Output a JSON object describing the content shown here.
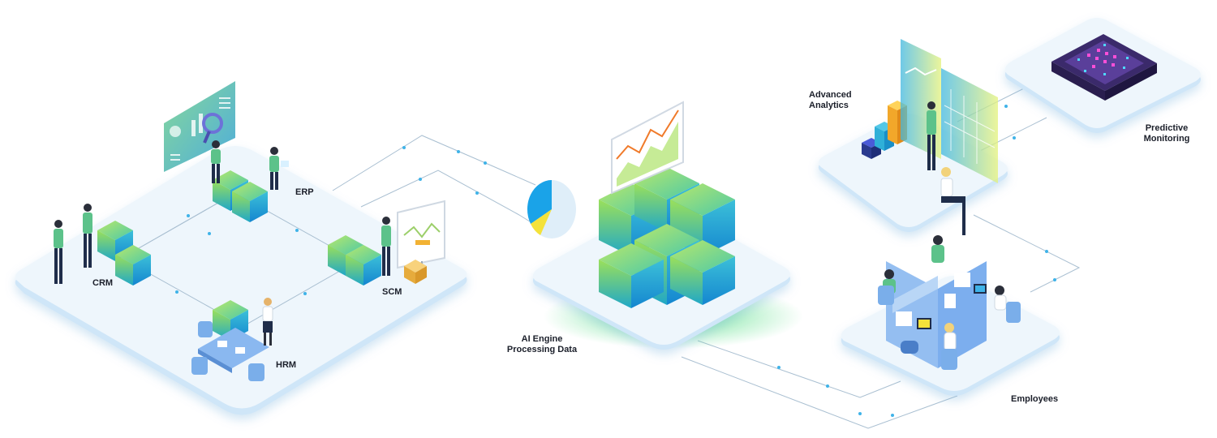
{
  "labels": {
    "erp": "ERP",
    "crm": "CRM",
    "scm": "SCM",
    "hrm": "HRM",
    "ai_line1": "AI Engine",
    "ai_line2": "Processing Data",
    "analytics_line1": "Advanced",
    "analytics_line2": "Analytics",
    "predictive_line1": "Predictive",
    "predictive_line2": "Monitoring",
    "employees": "Employees"
  },
  "colors": {
    "platform_top": "#eef6fc",
    "platform_side": "#cfe6f8",
    "cube_blue": "#1aa3e8",
    "cube_green": "#8fd14f",
    "cube_teal": "#2fb9c4",
    "connector": "#9db4c8",
    "node": "#3fb3e8",
    "chip": "#3b2a6b",
    "chip_glow": "#ff4fd8",
    "glow": "#5de08a",
    "shirt_green": "#5cc28a",
    "pants_navy": "#1f2d4a"
  }
}
